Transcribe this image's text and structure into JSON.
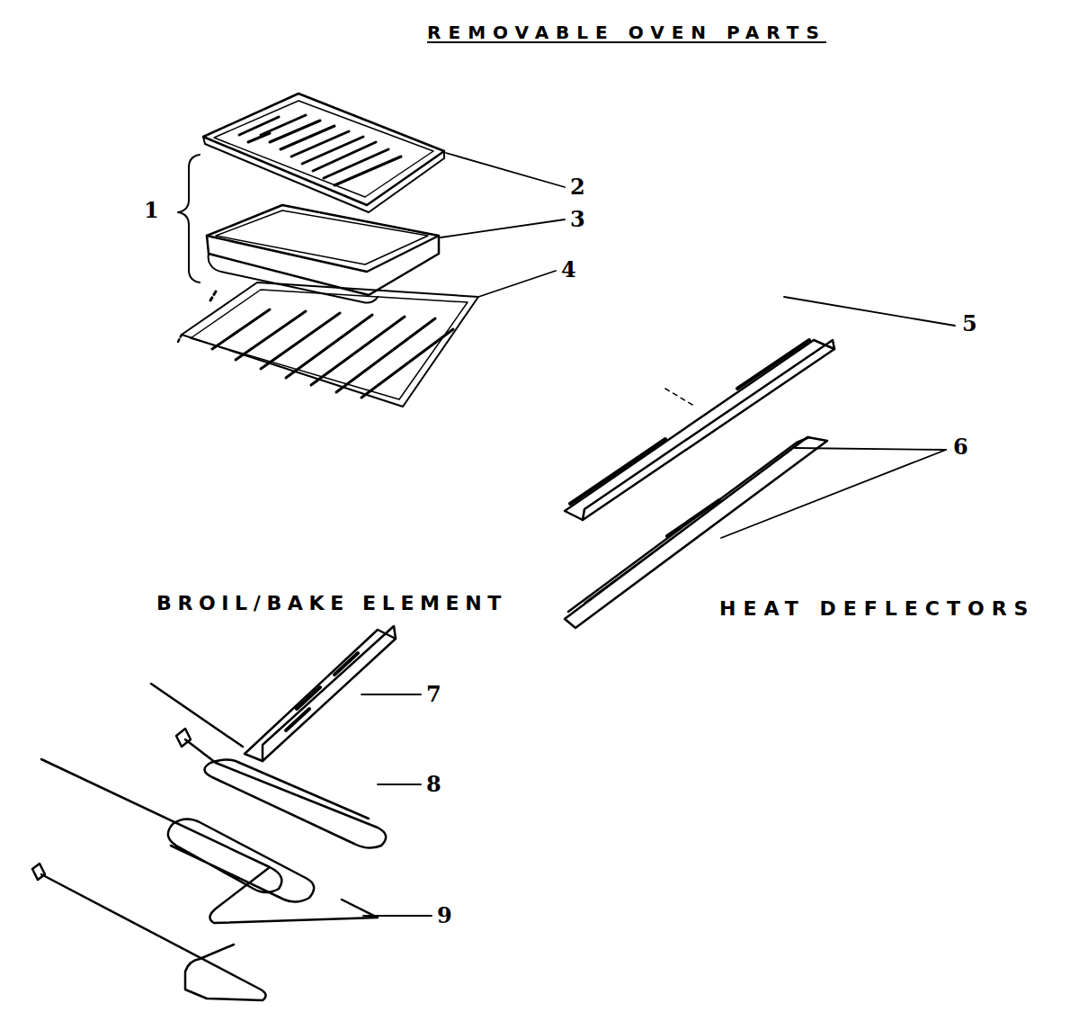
{
  "diagram": {
    "title": "REMOVABLE OVEN PARTS",
    "labels": [
      "2",
      "1",
      "3",
      "4",
      "5",
      "6",
      "BROIL/BAKE ELEMENT",
      "HEAT DEFLECTORS",
      "7",
      "8",
      "9"
    ]
  }
}
